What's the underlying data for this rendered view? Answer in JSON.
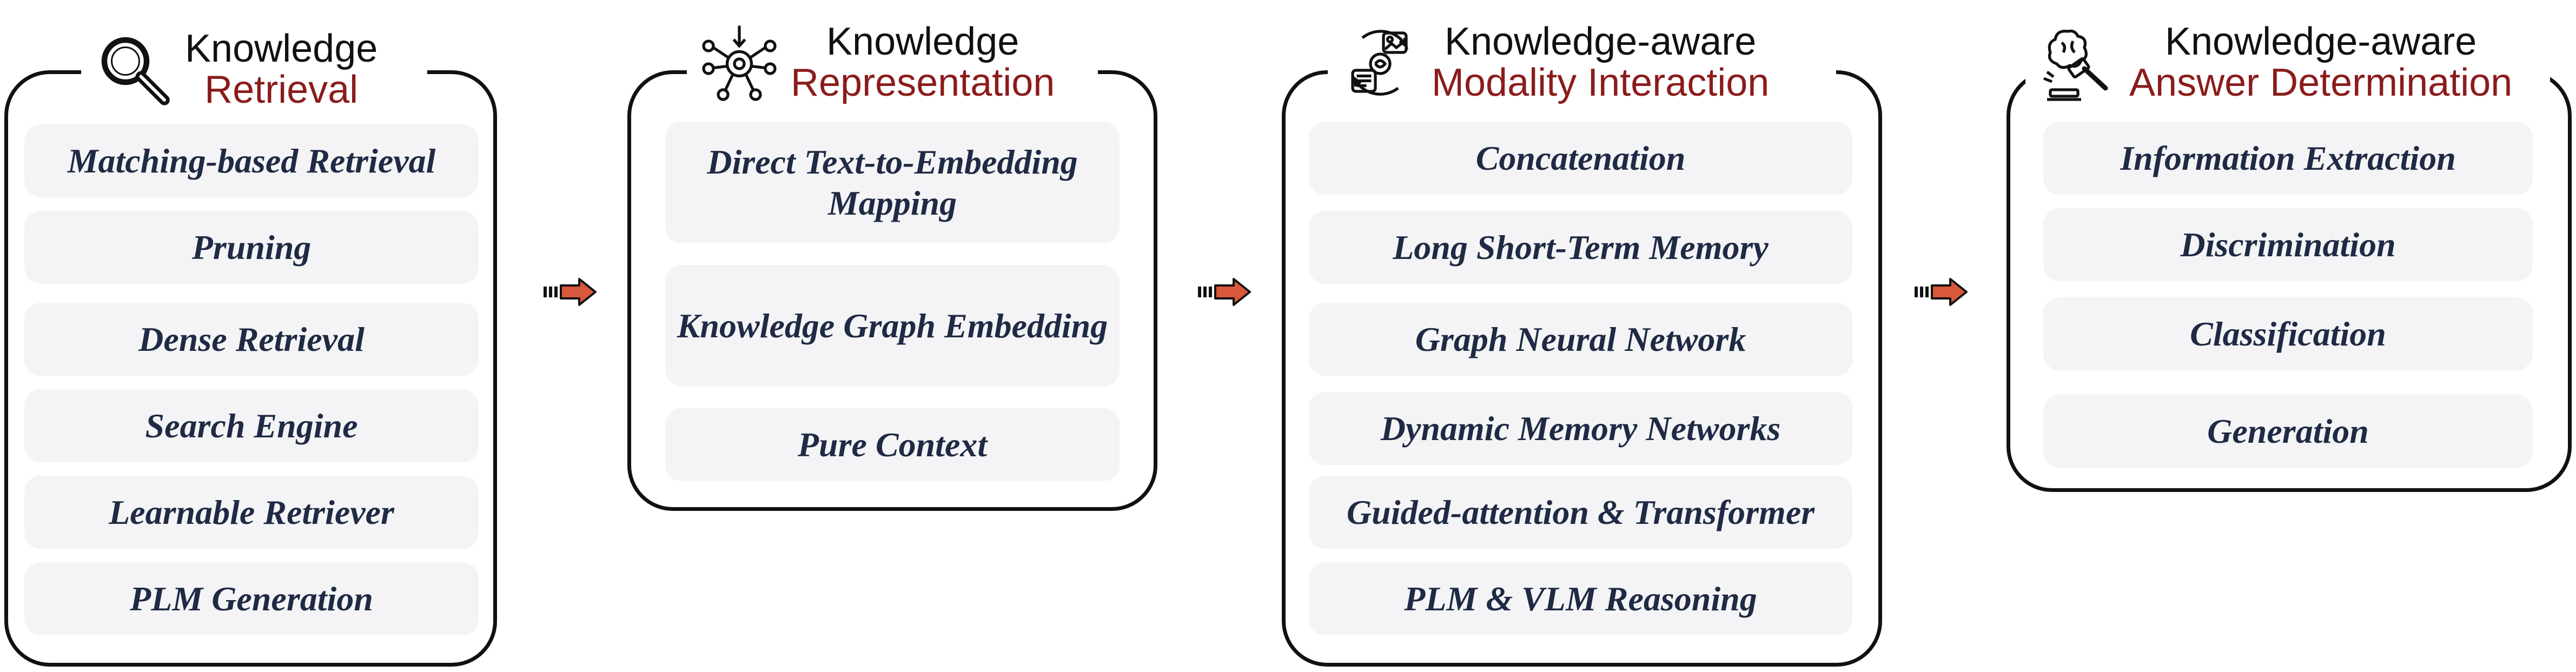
{
  "colors": {
    "title": "#111111",
    "accent": "#8b1c1c",
    "item_bg": "#f4f4f6",
    "item_text": "#1f2a44",
    "arrow": "#d9573b"
  },
  "stages": [
    {
      "title": "Knowledge",
      "subtitle": "Retrieval",
      "icon": "magnifier-icon",
      "items": [
        "Matching-based Retrieval",
        "Pruning",
        "Dense Retrieval",
        "Search Engine",
        "Learnable Retriever",
        "PLM Generation"
      ]
    },
    {
      "title": "Knowledge",
      "subtitle": "Representation",
      "icon": "network-gear-icon",
      "items": [
        "Direct Text-to-Embedding Mapping",
        "Knowledge Graph Embedding",
        "Pure Context"
      ]
    },
    {
      "title": "Knowledge-aware",
      "subtitle": "Modality Interaction",
      "icon": "modality-cycle-icon",
      "items": [
        "Concatenation",
        "Long Short-Term Memory",
        "Graph Neural Network",
        "Dynamic Memory Networks",
        "Guided-attention & Transformer",
        "PLM & VLM Reasoning"
      ]
    },
    {
      "title": "Knowledge-aware",
      "subtitle": "Answer Determination",
      "icon": "brain-gavel-icon",
      "items": [
        "Information Extraction",
        "Discrimination",
        "Classification",
        "Generation"
      ]
    }
  ]
}
